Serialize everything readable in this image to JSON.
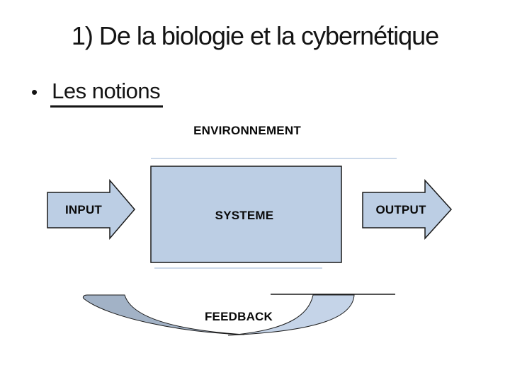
{
  "slide": {
    "title": "1) De la biologie et la cybernétique",
    "bullet": {
      "marker": "•",
      "label": "Les notions"
    },
    "diagram": {
      "environment_label": "ENVIRONNEMENT",
      "input_label": "INPUT",
      "system_label": "SYSTEME",
      "output_label": "OUTPUT",
      "feedback_label": "FEEDBACK"
    },
    "colors": {
      "background": "#ffffff",
      "text": "#141414",
      "shape_fill": "#bccee4",
      "shape_border": "#1a1a1a",
      "feedback_left_fill": "#a2b2c6",
      "feedback_right_fill": "#c5d4e8",
      "faint_line": "#ccd9ea"
    }
  }
}
